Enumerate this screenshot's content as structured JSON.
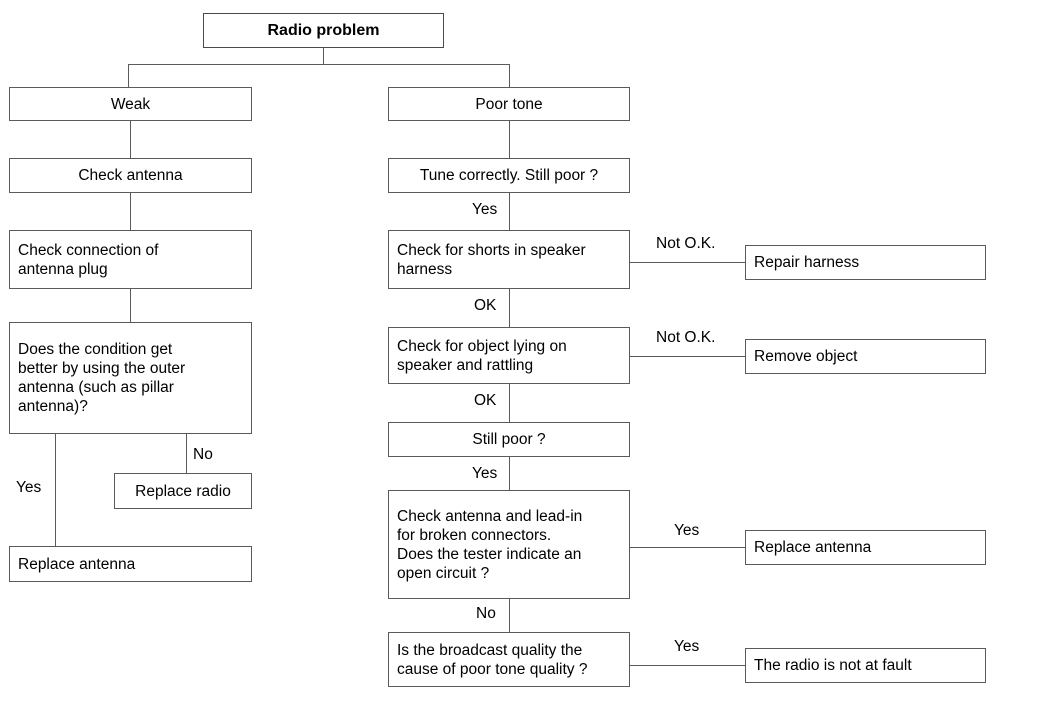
{
  "diagram": {
    "title": "Radio problem",
    "nodes": {
      "root": "Radio problem",
      "weak": "Weak",
      "poor_tone": "Poor tone",
      "check_antenna": "Check antenna",
      "check_connection": "Check connection of\nantenna plug",
      "does_condition": "Does the condition get\nbetter by using the outer\nantenna (such as pillar\nantenna)?",
      "replace_radio": "Replace radio",
      "replace_antenna_left": "Replace antenna",
      "tune_correctly": "Tune correctly. Still poor ?",
      "check_shorts": "Check for shorts in speaker\nharness",
      "check_object": "Check for object lying on\nspeaker and rattling",
      "still_poor": "Still poor ?",
      "check_leadin": "Check antenna and lead-in\nfor broken connectors.\nDoes the tester indicate an\nopen circuit ?",
      "is_broadcast": "Is the broadcast quality the\ncause of poor tone quality ?",
      "repair_harness": "Repair harness",
      "remove_object": "Remove object",
      "replace_antenna_right": "Replace antenna",
      "radio_not_at_fault": "The radio is not at fault"
    },
    "edge_labels": {
      "no_replace_radio": "No",
      "yes_replace_antenna": "Yes",
      "yes_tune": "Yes",
      "notok_harness": "Not O.K.",
      "ok_shorts": "OK",
      "notok_object": "Not O.K.",
      "ok_object": "OK",
      "yes_still_poor": "Yes",
      "yes_leadin": "Yes",
      "no_leadin": "No",
      "yes_broadcast": "Yes"
    },
    "colors": {
      "border": "#5a5a5a",
      "text": "#000000",
      "background": "#ffffff"
    }
  }
}
